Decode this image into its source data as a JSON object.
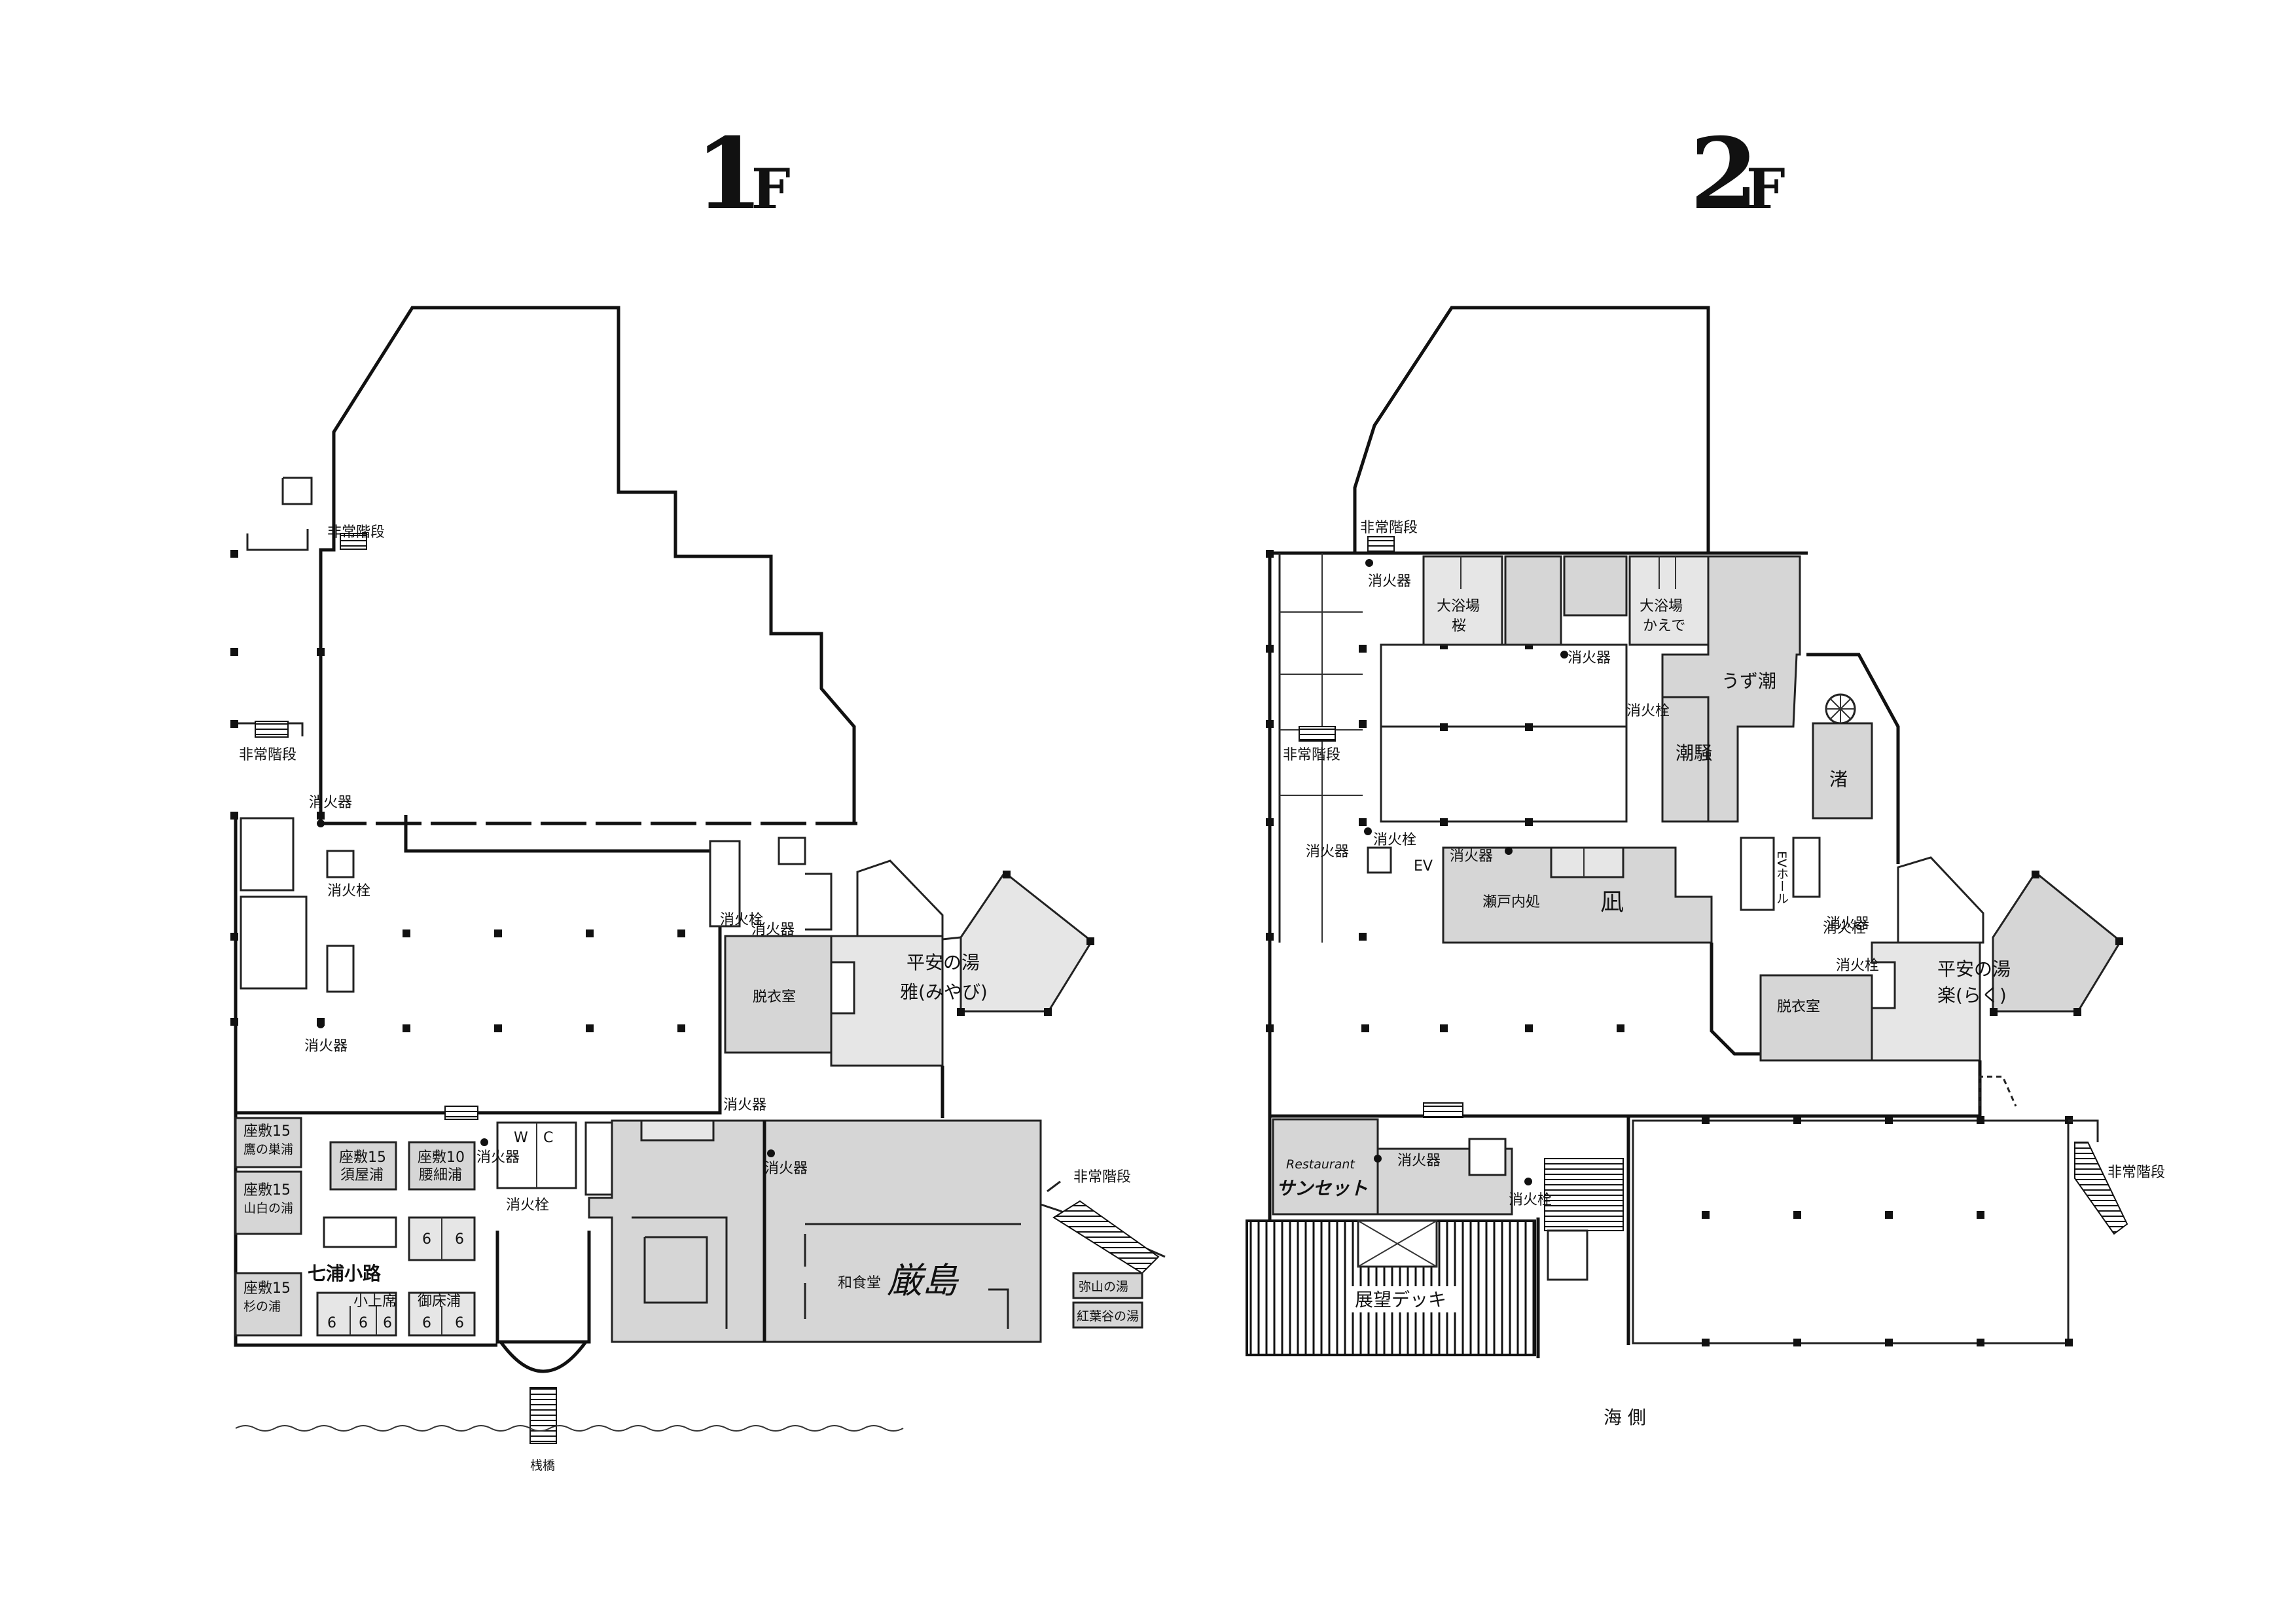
{
  "floors": {
    "f1": {
      "number": "1",
      "suffix": "F"
    },
    "f2": {
      "number": "2",
      "suffix": "F"
    }
  },
  "f1_labels": {
    "emergency_stairs_top": "非常階段",
    "emergency_stairs_left": "非常階段",
    "emergency_stairs_right": "非常階段",
    "extinguisher_a": "消火器",
    "extinguisher_b": "消火器",
    "extinguisher_c": "消火器",
    "extinguisher_d": "消火器",
    "extinguisher_e": "消火器",
    "extinguisher_f": "消火器",
    "hydrant_a": "消火栓",
    "hydrant_b": "消火栓",
    "hydrant_c": "消火栓",
    "changing_room": "脱衣室",
    "heian_bath": "平安の湯",
    "miyabi": "雅(みやび)",
    "zashiki_15_a": "座敷15",
    "takanosu": "鷹の巣浦",
    "zashiki_15_b": "座敷15",
    "yamashiro": "山白の浦",
    "zashiki_15_c": "座敷15",
    "sugi": "杉の浦",
    "zashiki_15_d": "座敷15",
    "suya": "須屋浦",
    "zashiki_10": "座敷10",
    "koshiboso": "腰細浦",
    "wc_w": "W",
    "wc_c": "C",
    "nanaura_koji": "七浦小路",
    "six_a": "6",
    "six_b": "6",
    "koueseki": "小上席",
    "six_c": "6",
    "six_d": "6",
    "six_e": "6",
    "mitokoura": "御床浦",
    "six_f": "6",
    "six_g": "6",
    "washokudo": "和食堂",
    "itsukushima": "厳島",
    "misen_bath": "弥山の湯",
    "momijidani_bath": "紅葉谷の湯",
    "pier": "桟橋"
  },
  "f2_labels": {
    "emergency_stairs_top": "非常階段",
    "emergency_stairs_left": "非常階段",
    "emergency_stairs_right": "非常階段",
    "extinguisher_a": "消火器",
    "extinguisher_b": "消火器",
    "extinguisher_c": "消火器",
    "extinguisher_d": "消火器",
    "extinguisher_e": "消火器",
    "extinguisher_f": "消火器",
    "hydrant_a": "消火栓",
    "hydrant_b": "消火栓",
    "hydrant_c": "消火栓",
    "hydrant_d": "消火栓",
    "hydrant_e": "消火栓",
    "bath_sakura_1": "大浴場",
    "bath_sakura_2": "桜",
    "bath_kaede_1": "大浴場",
    "bath_kaede_2": "かえで",
    "uzushio": "うず潮",
    "shiosai": "潮騒",
    "nagisa": "渚",
    "ev": "EV",
    "ev_hall": "EVホール",
    "setouchi": "瀬戸内処",
    "nagi": "凪",
    "changing_room": "脱衣室",
    "heian_bath": "平安の湯",
    "raku": "楽(らく)",
    "restaurant_script": "Restaurant",
    "sunset": "サンセット",
    "deck": "展望デッキ",
    "sea_side": "海 側"
  }
}
